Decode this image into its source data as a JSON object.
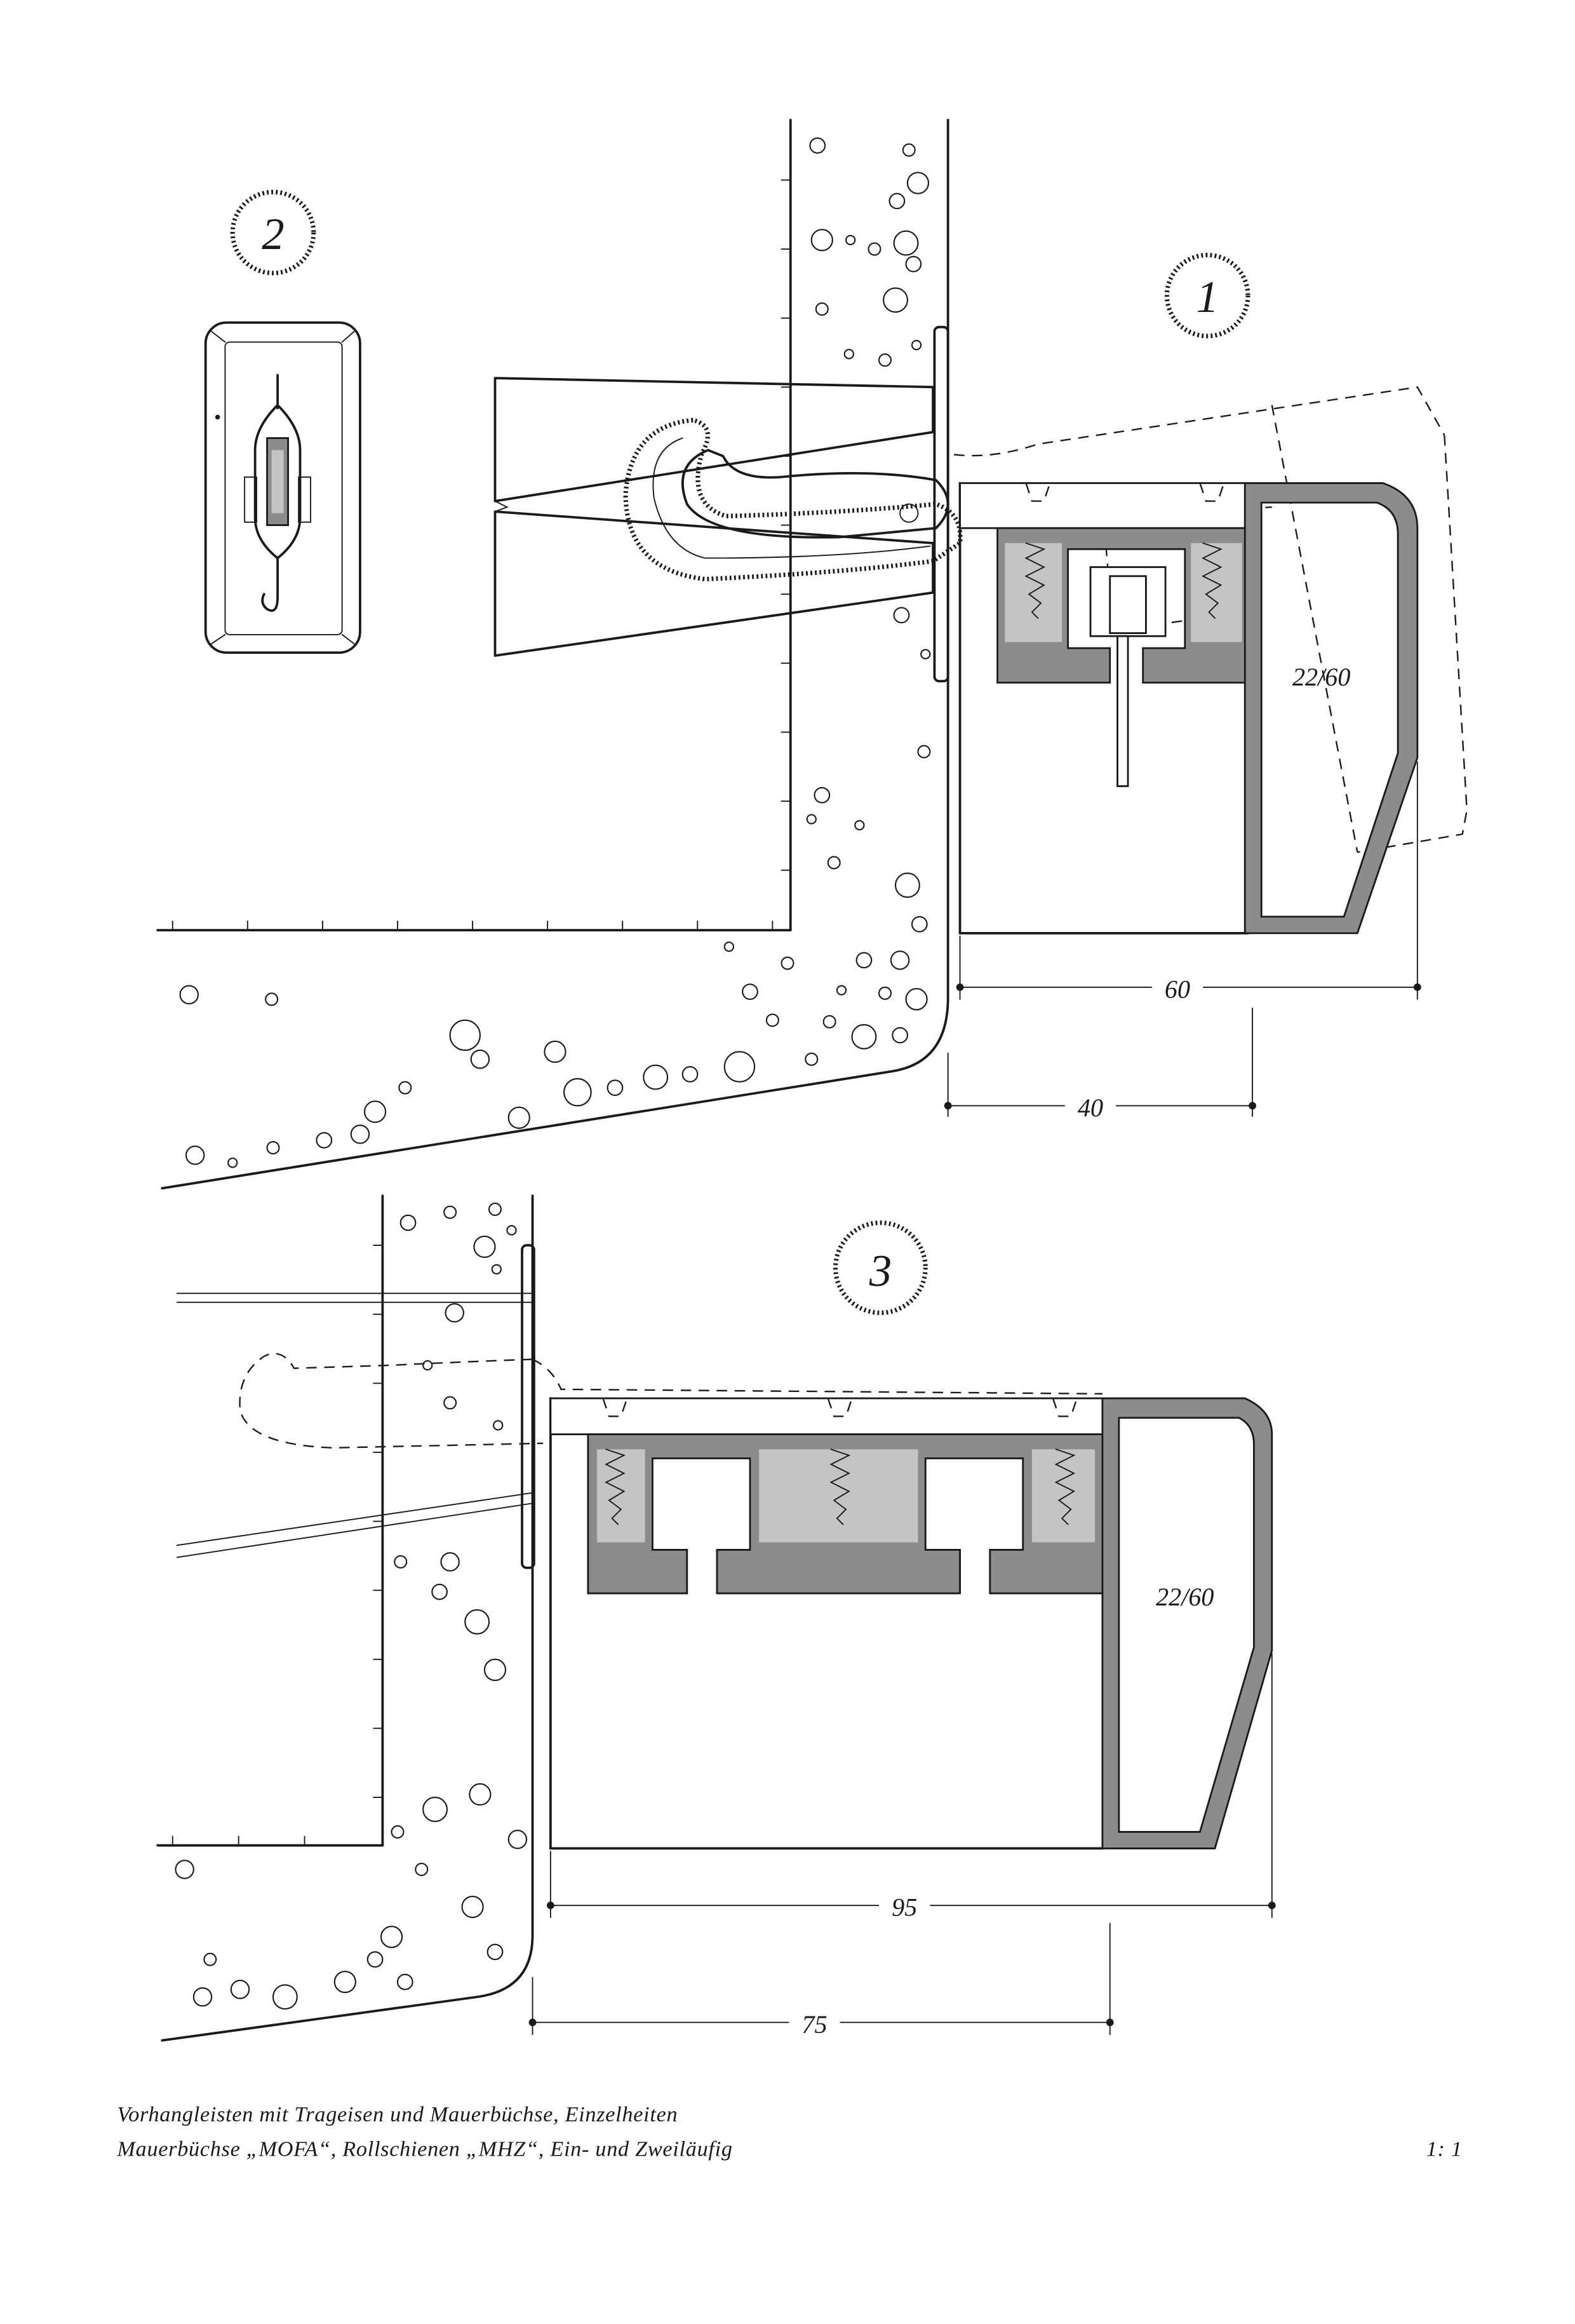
{
  "details": {
    "d1": {
      "label": "1",
      "profile_label": "22/60",
      "dim_outer": "60",
      "dim_inner": "40"
    },
    "d2": {
      "label": "2"
    },
    "d3": {
      "label": "3",
      "profile_label": "22/60",
      "dim_outer": "95",
      "dim_inner": "75"
    }
  },
  "caption": {
    "line1": "Vorhangleisten mit Trageisen und Mauerbüchse, Einzelheiten",
    "line2": "Mauerbüchse „MOFA“, Rollschienen „MHZ“, Ein- und Zweiläufig",
    "scale": "1: 1"
  }
}
